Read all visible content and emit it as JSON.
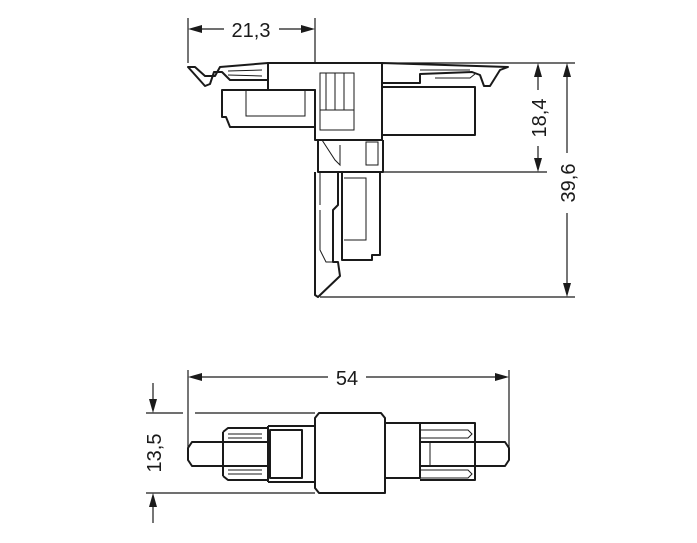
{
  "top_view": {
    "dimensions": {
      "width": "21,3",
      "upper_height": "18,4",
      "total_height": "39,6"
    }
  },
  "bottom_view": {
    "dimensions": {
      "length": "54",
      "height": "13,5"
    }
  },
  "colors": {
    "line": "#1a1a1a",
    "background": "#ffffff"
  }
}
